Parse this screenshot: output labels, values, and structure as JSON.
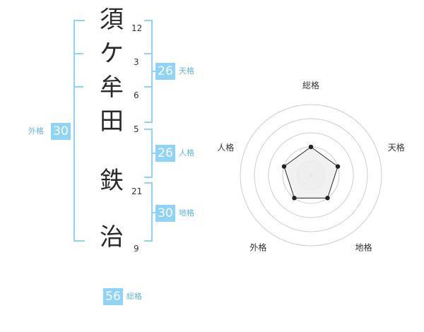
{
  "name": {
    "chars": [
      {
        "char": "須",
        "strokes": "12"
      },
      {
        "char": "ケ",
        "strokes": "3"
      },
      {
        "char": "牟",
        "strokes": "6"
      },
      {
        "char": "田",
        "strokes": "5"
      },
      {
        "char": "鉄",
        "strokes": "21"
      },
      {
        "char": "治",
        "strokes": "9"
      }
    ]
  },
  "fortunes": {
    "tenkaku": {
      "value": "26",
      "label": "天格"
    },
    "jinkaku": {
      "value": "26",
      "label": "人格"
    },
    "chikaku": {
      "value": "30",
      "label": "地格"
    },
    "gaikaku": {
      "value": "30",
      "label": "外格"
    },
    "soukaku": {
      "value": "56",
      "label": "総格"
    }
  },
  "chart_data": {
    "type": "radar",
    "axes": [
      "総格",
      "天格",
      "地格",
      "外格",
      "人格"
    ],
    "values": [
      2,
      2,
      2,
      2,
      2
    ],
    "max": 5,
    "grid": true,
    "colors": {
      "fill": "#eeeeee",
      "stroke": "#222222",
      "ring": "#cccccc",
      "center": "#d0d0d0"
    }
  },
  "colors": {
    "accent": "#8fd3f6",
    "label": "#5fb6e0"
  }
}
